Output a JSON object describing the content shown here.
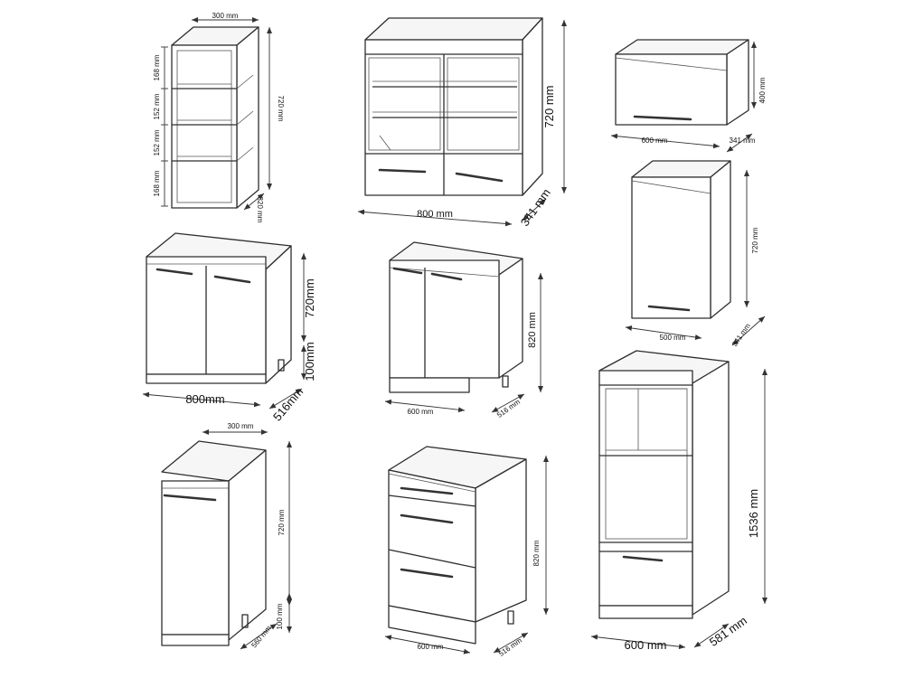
{
  "labels": {
    "c1_width": "300 mm",
    "c1_height": "720 mm",
    "c1_depth": "320 mm",
    "c1_s1": "168 mm",
    "c1_s2": "152 mm",
    "c1_s3": "152 mm",
    "c1_s4": "168 mm",
    "c2_height": "720 mm",
    "c2_width": "800 mm",
    "c2_depth": "341 mm",
    "c3_height": "400 mm",
    "c3_width": "600 mm",
    "c3_depth": "341 mm",
    "c4_height": "720mm",
    "c4_leg": "100mm",
    "c4_width": "800mm",
    "c4_depth": "516mm",
    "c5_height": "820 mm",
    "c5_width": "600 mm",
    "c5_depth": "516 mm",
    "c6_height": "720 mm",
    "c6_width": "500 mm",
    "c6_depth": "341 mm",
    "c7_width": "300 mm",
    "c7_height": "720 mm",
    "c7_leg": "100 mm",
    "c7_depth": "560 mm",
    "c8_height": "820 mm",
    "c8_width": "600 mm",
    "c8_depth": "516 mm",
    "c9_height": "1536 mm",
    "c9_width": "600 mm",
    "c9_depth": "581 mm"
  }
}
